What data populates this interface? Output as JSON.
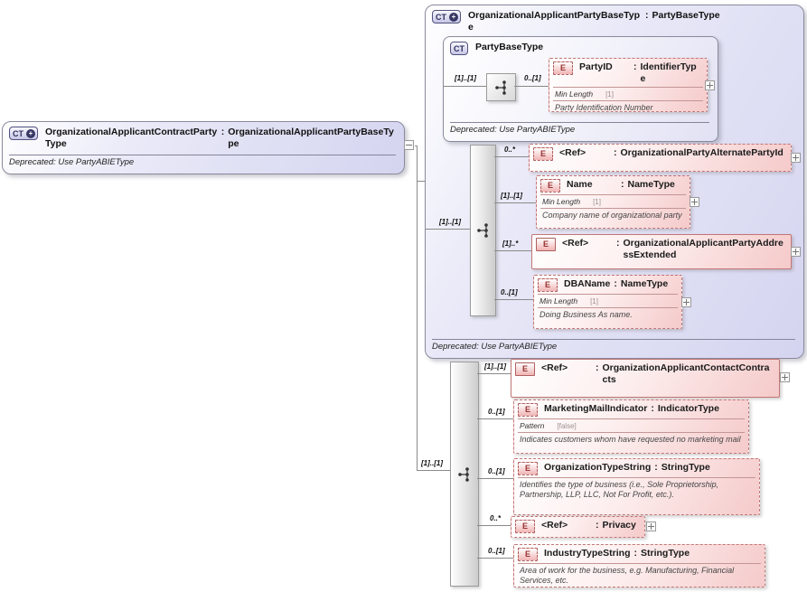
{
  "punct": {
    "colon": ":"
  },
  "badges": {
    "complex_type": "CT",
    "element": "E",
    "plus": "+"
  },
  "left_box": {
    "name": "OrganizationalApplicantContractPartyType",
    "type": "OrganizationalApplicantPartyBaseType",
    "annotation": "Deprecated: Use PartyABIEType"
  },
  "base_box": {
    "name": "OrganizationalApplicantPartyBaseType",
    "type": "PartyBaseType",
    "annotation": "Deprecated: Use PartyABIEType",
    "content_cardinality": "[1]..[1]"
  },
  "inner_box": {
    "name": "PartyBaseType",
    "annotation": "Deprecated: Use PartyABIEType",
    "content_cardinality": "[1]..[1]"
  },
  "lower_group": {
    "content_cardinality": "[1]..[1]"
  },
  "elements": {
    "partyid": {
      "cardinality": "0..[1]",
      "name": "PartyID",
      "type": "IdentifierType",
      "facet_label": "Min Length",
      "facet_value": "[1]",
      "description": "Party Identification Number"
    },
    "ref_alternate_party_id": {
      "cardinality": "0..*",
      "name": "<Ref>",
      "type": "OrganizationalPartyAlternatePartyId"
    },
    "name": {
      "cardinality": "[1]..[1]",
      "name": "Name",
      "type": "NameType",
      "facet_label": "Min Length",
      "facet_value": "[1]",
      "description": "Company name of organizational party"
    },
    "ref_address_extended": {
      "cardinality": "[1]..*",
      "name": "<Ref>",
      "type": "OrganizationalApplicantPartyAddressExtended"
    },
    "dba_name": {
      "cardinality": "0..[1]",
      "name": "DBAName",
      "type": "NameType",
      "facet_label": "Min Length",
      "facet_value": "[1]",
      "description": "Doing Business As name."
    },
    "ref_contact_contracts": {
      "cardinality": "[1]..[1]",
      "name": "<Ref>",
      "type": "OrganizationApplicantContactContracts"
    },
    "marketing_mail_indicator": {
      "cardinality": "0..[1]",
      "name": "MarketingMailIndicator",
      "type": "IndicatorType",
      "facet_label": "Pattern",
      "facet_value": "[false]",
      "description": "Indicates customers whom have requested no marketing mail"
    },
    "organization_type_string": {
      "cardinality": "0..[1]",
      "name": "OrganizationTypeString",
      "type": "StringType",
      "description": "Identifies the type of business (i.e., Sole Proprietorship, Partnership, LLP, LLC, Not For Profit, etc.)."
    },
    "ref_privacy": {
      "cardinality": "0..*",
      "name": "<Ref>",
      "type": "Privacy"
    },
    "industry_type_string": {
      "cardinality": "0..[1]",
      "name": "IndustryTypeString",
      "type": "StringType",
      "description": "Area of work for the business, e.g. Manufacturing, Financial Services, etc."
    }
  }
}
